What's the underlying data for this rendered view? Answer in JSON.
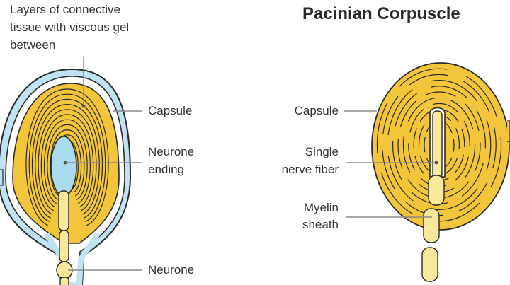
{
  "title": "Pacinian Corpuscle",
  "left_diagram": {
    "label_layers": [
      "Layers of connective",
      "tissue with viscous gel",
      "between"
    ],
    "label_capsule": "Capsule",
    "label_neurone_ending": [
      "Neurone",
      "ending"
    ],
    "label_neurone": "Neurone"
  },
  "right_diagram": {
    "label_capsule": "Capsule",
    "label_nerve_fiber": [
      "Single",
      "nerve fiber"
    ],
    "label_myelin": [
      "Myelin",
      "sheath"
    ]
  },
  "colors": {
    "gel_yellow": "#f2c53a",
    "ring_dark": "#2a2a2a",
    "capsule_blue": "#bfe3f2",
    "neurone_blue": "#a9dcef",
    "myelin_cream": "#f7e89a",
    "leader_gray": "#8a8a8a"
  }
}
